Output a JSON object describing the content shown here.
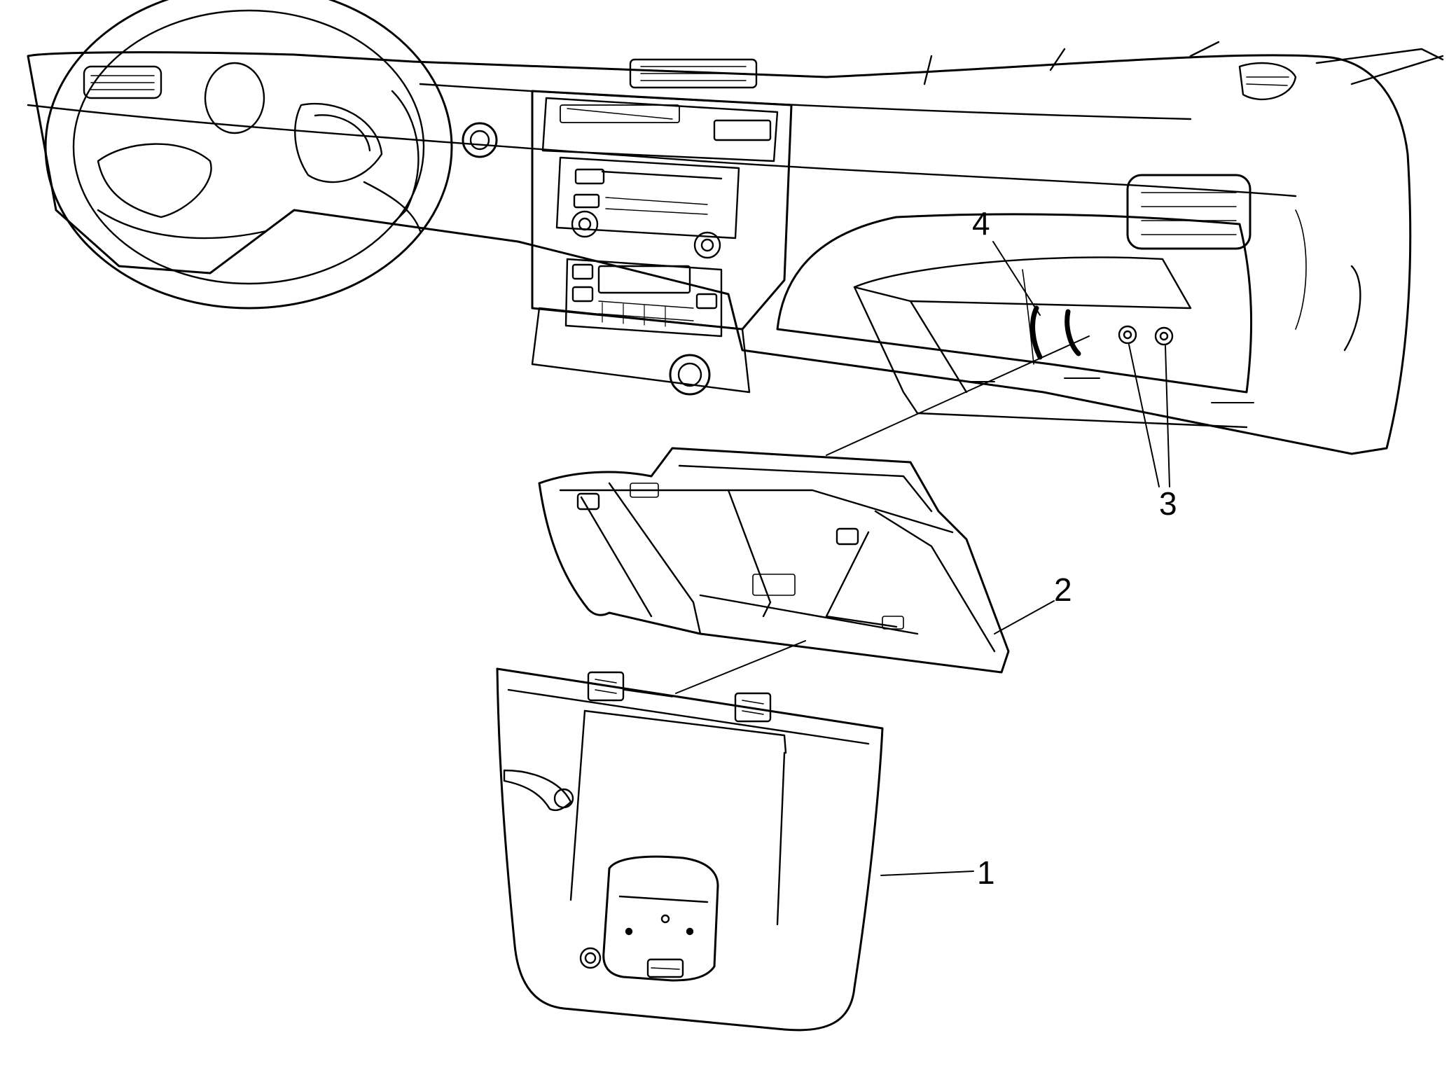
{
  "diagram": {
    "line_color": "#000000",
    "background": "#ffffff",
    "parts": [
      {
        "id": "dashboard",
        "icon": "instrument-panel"
      },
      {
        "id": "glove-box-bin",
        "icon": "storage-bin"
      },
      {
        "id": "glove-box-door",
        "icon": "door-panel"
      },
      {
        "id": "fasteners",
        "icon": "screw"
      },
      {
        "id": "wire-harness",
        "icon": "wire"
      }
    ],
    "callouts": [
      {
        "label": "1"
      },
      {
        "label": "2"
      },
      {
        "label": "3"
      },
      {
        "label": "4"
      }
    ]
  }
}
